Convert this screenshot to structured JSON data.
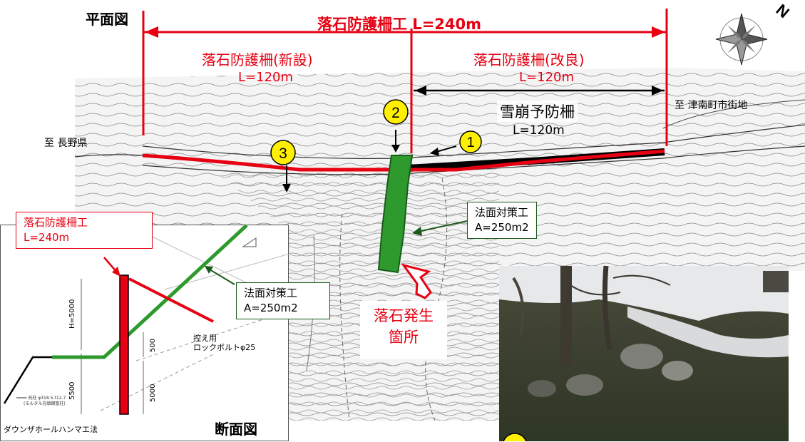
{
  "colors": {
    "red": "#e60012",
    "green": "#2e9a2e",
    "dark_green": "#1a5a1a",
    "yellow": "#ffef00",
    "black": "#000000"
  },
  "plan": {
    "title": "平面図",
    "total_label": "落石防護柵工 L=240m",
    "left_section": {
      "name": "落石防護柵(新設)",
      "length": "L=120m"
    },
    "right_section": {
      "name": "落石防護柵(改良)",
      "length": "L=120m"
    },
    "avalanche": {
      "name": "雪崩予防柵",
      "length": "L=120m"
    },
    "dest_left": "至 長野県",
    "dest_right": "至 津南町市街地",
    "markers": [
      "1",
      "2",
      "3"
    ],
    "slope_callout": {
      "title": "法面対策工",
      "area": "A=250m2"
    },
    "rockfall_site": {
      "line1": "落石発生",
      "line2": "箇所"
    },
    "compass": "compass-icon"
  },
  "section": {
    "title": "断面図",
    "fence_callout": {
      "title": "落石防護柵工",
      "length": "L=240m"
    },
    "slope_callout": {
      "title": "法面対策工",
      "area": "A=250m2"
    },
    "dim_h": "H=5000",
    "dim_500": "500",
    "dim_5500": "5500",
    "dim_5000": "5000",
    "anchor_label1": "控え用",
    "anchor_label2": "ロックボルトφ25",
    "method": "ダウンザホールハンマエ法"
  },
  "photo": {
    "subject": "snowy-slope-photo"
  }
}
